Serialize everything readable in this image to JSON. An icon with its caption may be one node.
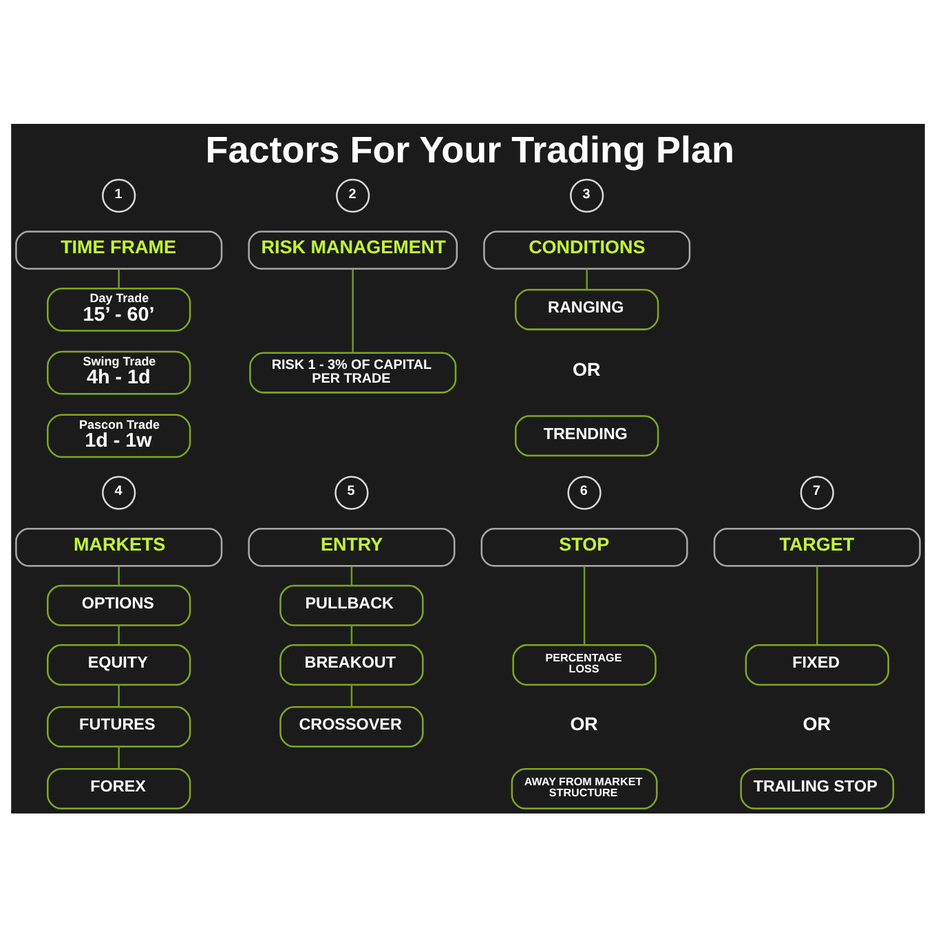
{
  "diagram": {
    "title": "Factors For Your Trading Plan",
    "nodes": [
      {
        "text": [
          "1"
        ]
      },
      {
        "text": [
          "TIME FRAME"
        ]
      },
      {
        "text": [
          "Day Trade",
          "15’ - 60’"
        ]
      },
      {
        "text": [
          "Swing Trade",
          "4h - 1d"
        ]
      },
      {
        "text": [
          "Pascon Trade",
          "1d - 1w"
        ]
      },
      {
        "text": [
          "2"
        ]
      },
      {
        "text": [
          "RISK MANAGEMENT"
        ]
      },
      {
        "text": [
          "RISK 1 - 3% OF CAPITAL PER TRADE"
        ]
      },
      {
        "text": [
          "3"
        ]
      },
      {
        "text": [
          "CONDITIONS"
        ]
      },
      {
        "text": [
          "RANGING"
        ]
      },
      {
        "text": [
          "TRENDING"
        ]
      },
      {
        "text": [
          "4"
        ]
      },
      {
        "text": [
          "MARKETS"
        ]
      },
      {
        "text": [
          "OPTIONS"
        ]
      },
      {
        "text": [
          "EQUITY"
        ]
      },
      {
        "text": [
          "FUTURES"
        ]
      },
      {
        "text": [
          "FOREX"
        ]
      },
      {
        "text": [
          "5"
        ]
      },
      {
        "text": [
          "ENTRY"
        ]
      },
      {
        "text": [
          "PULLBACK"
        ]
      },
      {
        "text": [
          "BREAKOUT"
        ]
      },
      {
        "text": [
          "CROSSOVER"
        ]
      },
      {
        "text": [
          "6"
        ]
      },
      {
        "text": [
          "STOP"
        ]
      },
      {
        "text": [
          "PERCENTAGE LOSS"
        ]
      },
      {
        "text": [
          "AWAY FROM MARKET STRUCTURE"
        ]
      },
      {
        "text": [
          "7"
        ]
      },
      {
        "text": [
          "TARGET"
        ]
      },
      {
        "text": [
          "FIXED"
        ]
      },
      {
        "text": [
          "TRAILING STOP"
        ]
      }
    ],
    "edges": [
      {
        "from": 1,
        "to": 2,
        "arrow": "none"
      },
      {
        "from": 6,
        "to": 7,
        "arrow": "none"
      },
      {
        "from": 9,
        "to": 10,
        "arrow": "none"
      },
      {
        "from": 13,
        "to": 14,
        "arrow": "none"
      },
      {
        "from": 14,
        "to": 15,
        "arrow": "none"
      },
      {
        "from": 15,
        "to": 16,
        "arrow": "none"
      },
      {
        "from": 16,
        "to": 17,
        "arrow": "none"
      },
      {
        "from": 19,
        "to": 20,
        "arrow": "none"
      },
      {
        "from": 20,
        "to": 21,
        "arrow": "none"
      },
      {
        "from": 21,
        "to": 22,
        "arrow": "none"
      },
      {
        "from": 24,
        "to": 25,
        "arrow": "none"
      },
      {
        "from": 28,
        "to": 29,
        "arrow": "none"
      }
    ],
    "labels": [
      "OR",
      "OR",
      "OR"
    ]
  }
}
